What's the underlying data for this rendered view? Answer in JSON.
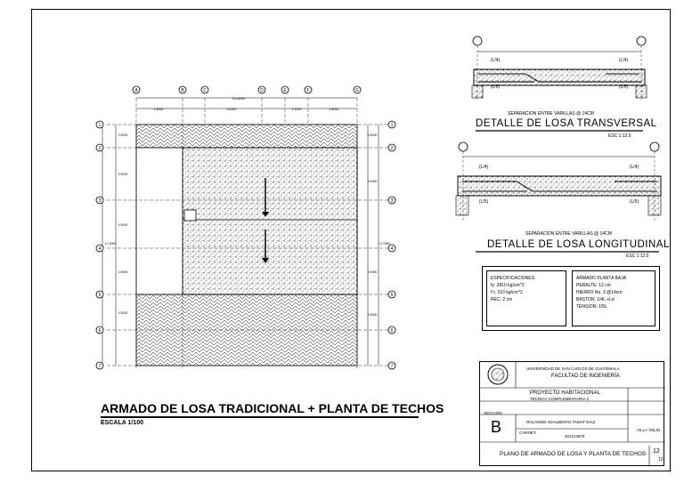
{
  "plan": {
    "title": "ARMADO DE LOSA TRADICIONAL + PLANTA DE TECHOS",
    "scale": "ESCALA 1/100",
    "axes_top": [
      "A",
      "B",
      "C",
      "D",
      "E",
      "F",
      "G"
    ],
    "axes_side": [
      "1",
      "2",
      "3",
      "4",
      "5",
      "6",
      "7"
    ]
  },
  "detail_transversal": {
    "title": "DETALLE DE LOSA TRANSVERSAL",
    "separation": "SEPARACION ENTRE VARILLAS @ 14CM",
    "scale": "ESC 1:12.5",
    "labels": [
      "(L/4)",
      "(L/4)",
      "(L/5)",
      "(L/5)"
    ]
  },
  "detail_longitudinal": {
    "title": "DETALLE DE LOSA LONGITUDINAL",
    "separation": "SEPARACION ENTRE VARILLAS @ 14CM",
    "scale": "ESC 1:12.5",
    "labels": [
      "(L/4)",
      "(L/4)",
      "(L/5)",
      "(L/5)"
    ]
  },
  "specs": {
    "left_title": "ESPECIFICACIONES:",
    "left_lines": [
      "fy: 2810 kg/cm^2",
      "f'c: 210 kg/cm^2",
      "REC: 2 cm"
    ],
    "right_title": "ARMADO PLANTA BAJA",
    "right_lines": [
      "PERALTE: 12 cm",
      "HIERRO No. 3 @14cm",
      "BASTON: 1/4L +Ld",
      "TENSION: 1/5L"
    ]
  },
  "title_block": {
    "university": "UNIVERSIDAD DE SAN CARLOS DE GUATEMALA",
    "faculty": "FACULTAD DE INGENIERÍA",
    "project": "PROYECTO HABITACIONAL",
    "course": "TÉCNICA COMPLEMENTARIA 2",
    "section_label": "SECCIÓN:",
    "section": "B",
    "student": "ROLANDO ADALBERTO TAMAT DIAZ",
    "carnet_label": "CARNET:",
    "carnet": "201213976",
    "location": "VILLA VIEJO",
    "sheet_title": "PLANO DE ARMADO DE LOSA Y PLANTA DE TECHOS",
    "sheet_number": "12",
    "sheet_total": "12"
  }
}
